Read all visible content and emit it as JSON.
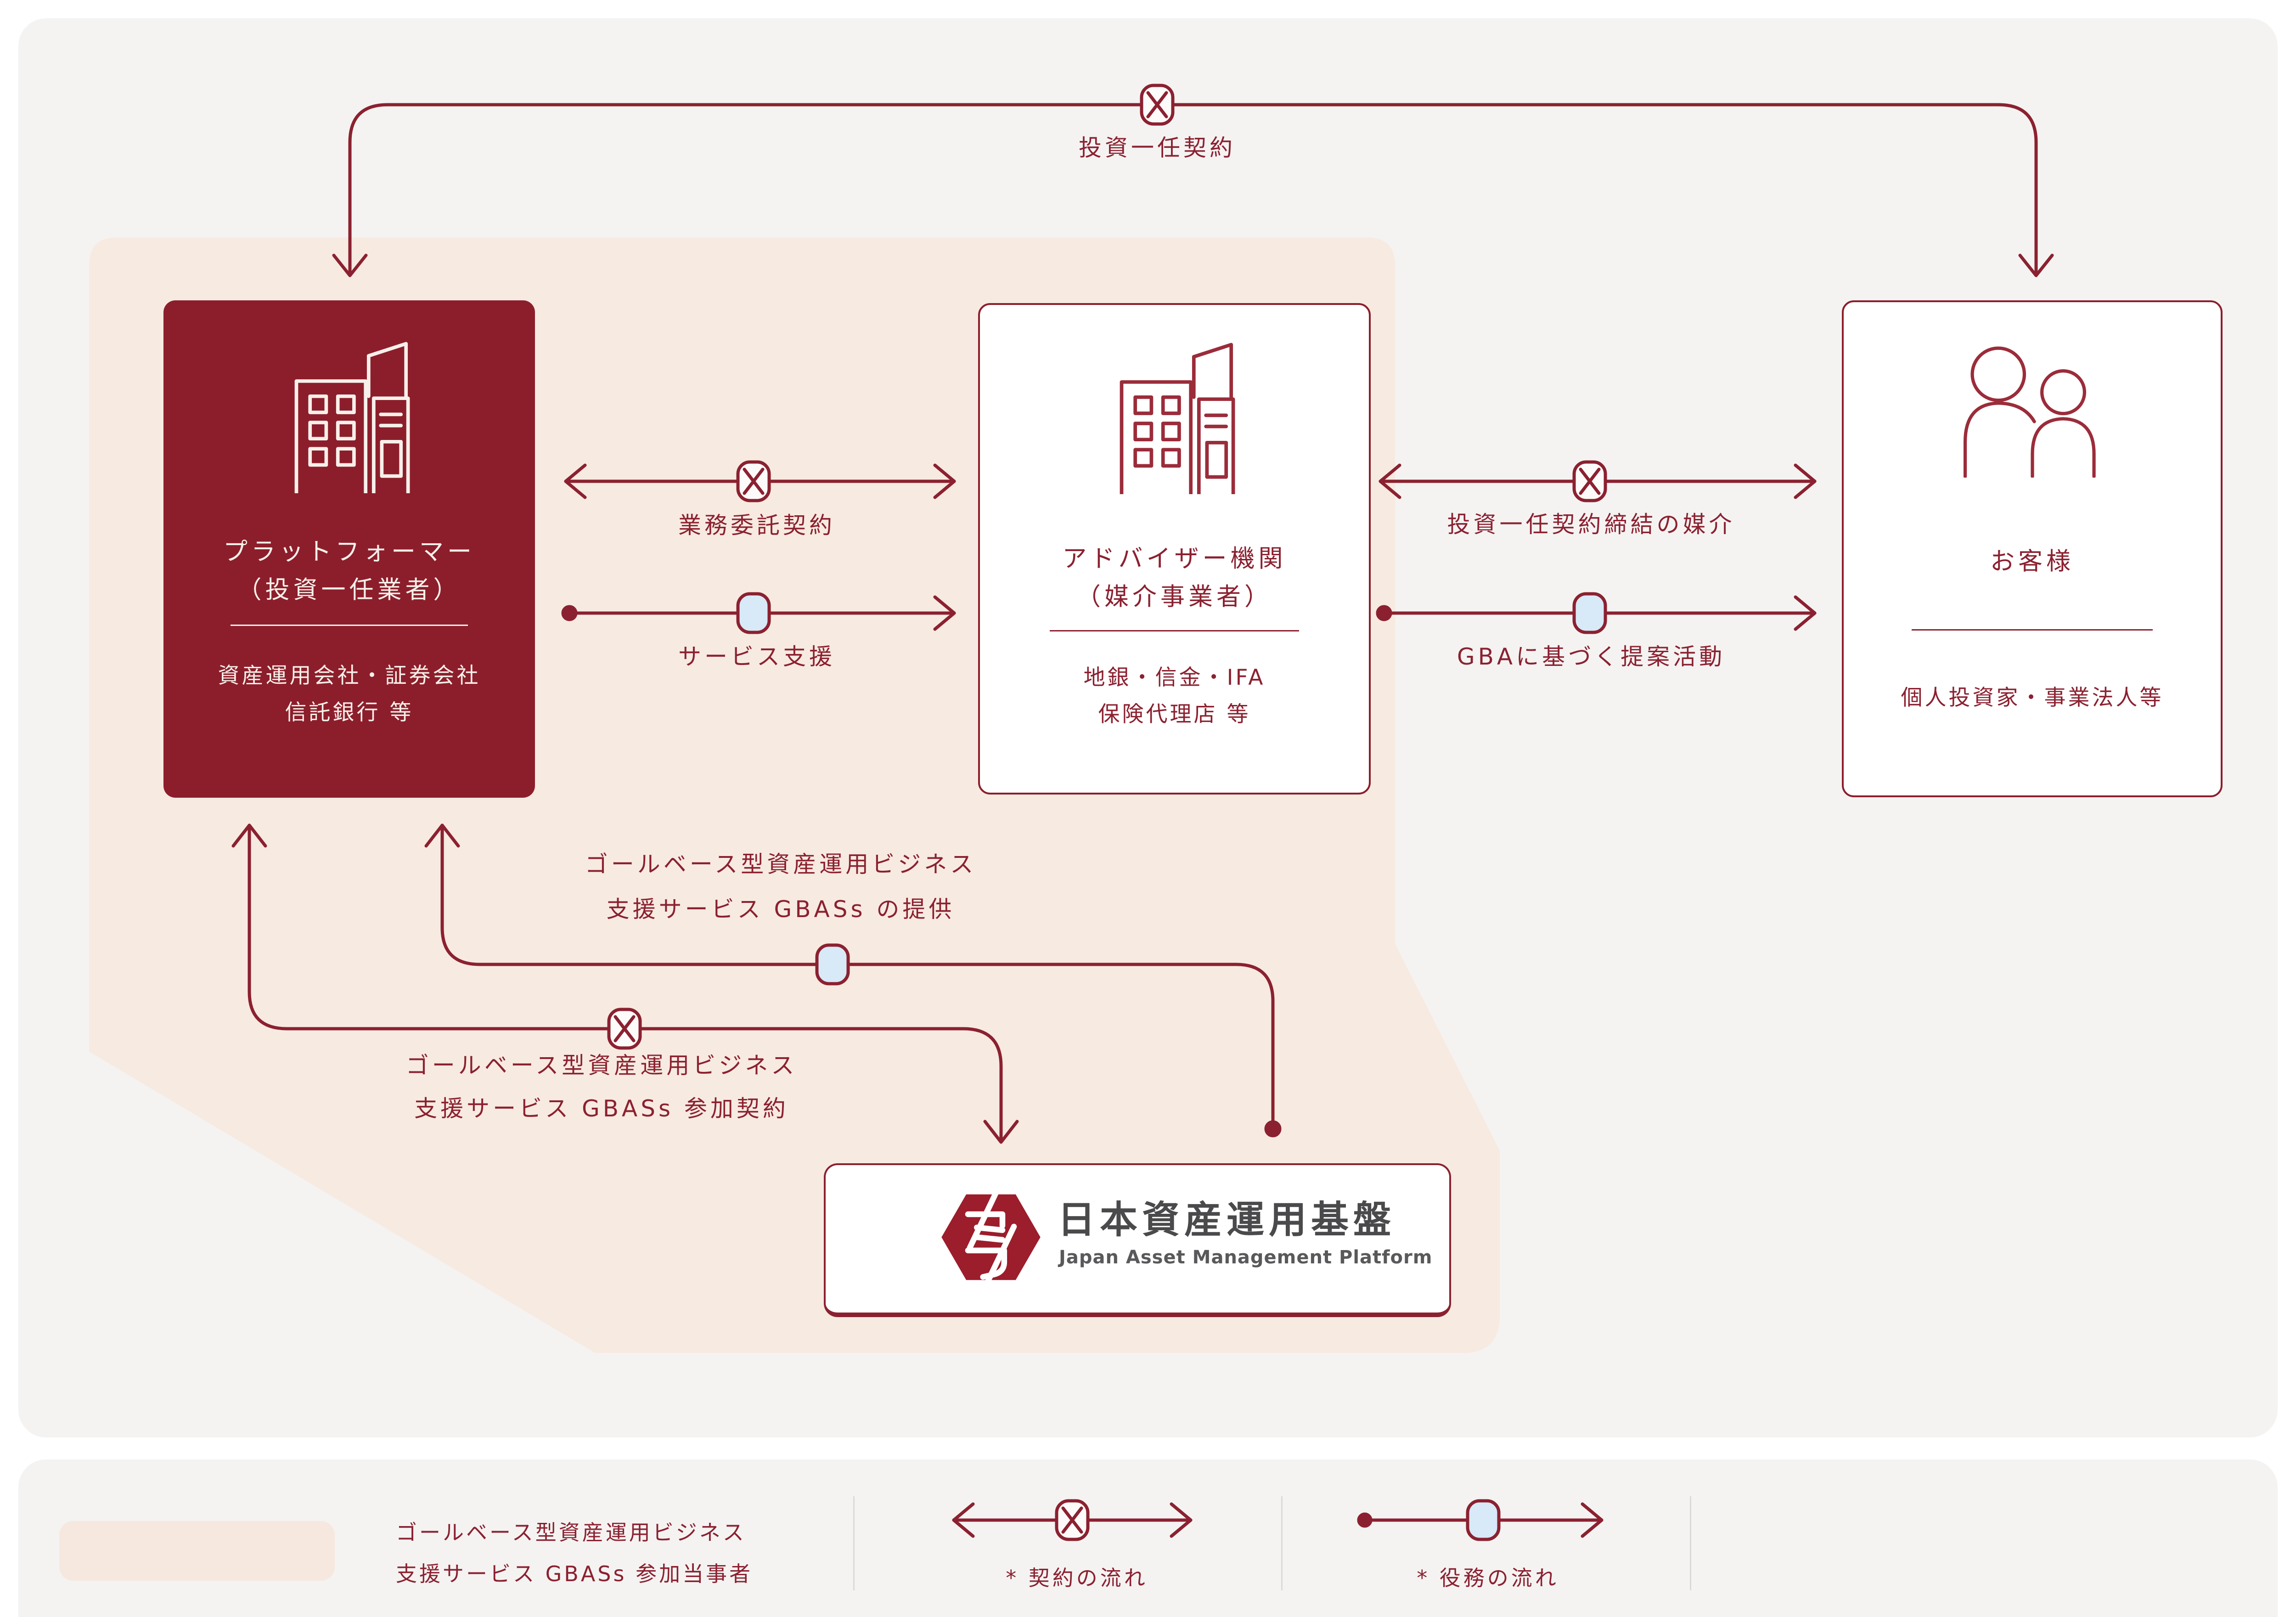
{
  "palette": {
    "deep_red": "#8C1E2B",
    "line_red": "#8B2130",
    "beige_zone": "#F7EAE1",
    "panel_gray": "#F4F3F2",
    "service_blue": "#D8E9F7",
    "logo_red": "#9C1D2B",
    "logo_text_gray": "#4A4A4C"
  },
  "top_flow": {
    "label": "投資一任契約"
  },
  "boxes": {
    "platformer": {
      "title_1": "プラットフォーマー",
      "title_2": "（投資一任業者）",
      "body_1": "資産運用会社・証券会社",
      "body_2": "信託銀行 等"
    },
    "advisor": {
      "title_1": "アドバイザー機関",
      "title_2": "（媒介事業者）",
      "body_1": "地銀・信金・IFA",
      "body_2": "保険代理店 等"
    },
    "customer": {
      "title_1": "お客様",
      "body_1": "個人投資家・事業法人等"
    }
  },
  "flows": {
    "outsourcing": {
      "label": "業務委託契約"
    },
    "service_support": {
      "label": "サービス支援"
    },
    "mediation": {
      "label": "投資一任契約締結の媒介"
    },
    "gba_proposal": {
      "label": "GBAに基づく提案活動"
    },
    "gbass_provision": {
      "label_1": "ゴールベース型資産運用ビジネス",
      "label_2": "支援サービス GBASs の提供"
    },
    "gbass_participation": {
      "label_1": "ゴールベース型資産運用ビジネス",
      "label_2": "支援サービス GBASs 参加契約"
    }
  },
  "jamp": {
    "name_ja": "日本資産運用基盤",
    "name_en": "Japan Asset Management Platform"
  },
  "legend": {
    "participant_line_1": "ゴールベース型資産運用ビジネス",
    "participant_line_2": "支援サービス GBASs 参加当事者",
    "contract_flow": "* 契約の流れ",
    "service_flow": "* 役務の流れ"
  }
}
